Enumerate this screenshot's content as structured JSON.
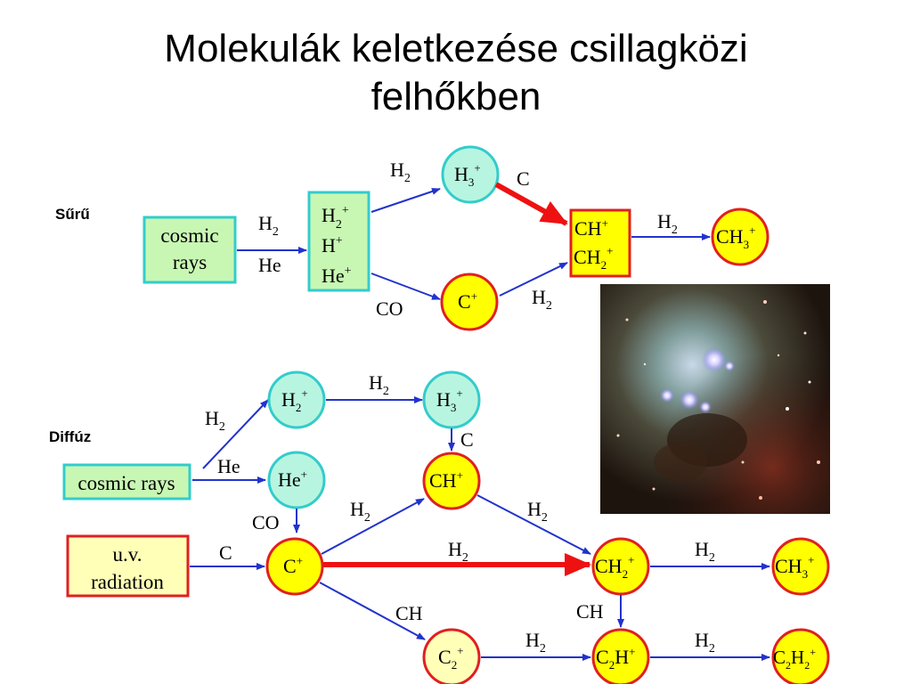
{
  "title_line1": "Molekulák keletkezése csillagközi",
  "title_line2": "felhőkben",
  "dense": {
    "label": "Sűrű",
    "cosmic_rays_line1": "cosmic",
    "cosmic_rays_line2": "rays",
    "gas_h2": "H",
    "gas_h2_sub": "2",
    "gas_he": "He",
    "ions_line1": "H",
    "ions_line1_sub": "2",
    "ions_line1_sup": "+",
    "ions_line2": "H",
    "ions_line2_sup": "+",
    "ions_line3": "He",
    "ions_line3_sup": "+",
    "h3": "H",
    "h3_sub": "3",
    "h3_sup": "+",
    "cplus": "C",
    "cplus_sup": "+",
    "ch_line1": "CH",
    "ch_line1_sup": "+",
    "ch_line2": "CH",
    "ch_line2_sub": "2",
    "ch_line2_sup": "+",
    "ch3": "CH",
    "ch3_sub": "3",
    "ch3_sup": "+",
    "lbl_h2_top": "H",
    "lbl_h2_top_sub": "2",
    "lbl_c": "C",
    "lbl_co": "CO",
    "lbl_h2_low": "H",
    "lbl_h2_low_sub": "2",
    "lbl_h2_right": "H",
    "lbl_h2_right_sub": "2"
  },
  "diffuse": {
    "label": "Diffúz",
    "cosmic_rays": "cosmic rays",
    "uv_line1": "u.v.",
    "uv_line2": "radiation",
    "h2p": "H",
    "h2p_sub": "2",
    "h2p_sup": "+",
    "h3p": "H",
    "h3p_sub": "3",
    "h3p_sup": "+",
    "hep": "He",
    "hep_sup": "+",
    "chp": "CH",
    "chp_sup": "+",
    "cp": "C",
    "cp_sup": "+",
    "ch2p": "CH",
    "ch2p_sub": "2",
    "ch2p_sup": "+",
    "ch3p": "CH",
    "ch3p_sub": "3",
    "ch3p_sup": "+",
    "c2p": "C",
    "c2p_sub": "2",
    "c2p_sup": "+",
    "c2hp": "C",
    "c2hp_sub": "2",
    "c2hp_mid": "H",
    "c2hp_sup": "+",
    "c2h2p": "C",
    "c2h2p_sub1": "2",
    "c2h2p_mid": "H",
    "c2h2p_sub2": "2",
    "c2h2p_sup": "+",
    "lbl_h2": "H",
    "lbl_h2_sub": "2",
    "lbl_he": "He",
    "lbl_h2_top": "H",
    "lbl_h2_top_sub": "2",
    "lbl_c_down": "C",
    "lbl_co": "CO",
    "lbl_c_uv": "C",
    "lbl_h2_up": "H",
    "lbl_h2_up_sub": "2",
    "lbl_h2_down": "H",
    "lbl_h2_down_sub": "2",
    "lbl_h2_mid": "H",
    "lbl_h2_mid_sub": "2",
    "lbl_h2_ch3": "H",
    "lbl_h2_ch3_sub": "2",
    "lbl_ch_low": "CH",
    "lbl_ch_right": "CH",
    "lbl_h2_c2": "H",
    "lbl_h2_c2_sub": "2",
    "lbl_h2_c2h": "H",
    "lbl_h2_c2h_sub": "2"
  },
  "colors": {
    "node_yellow": "#ffff00",
    "node_cyan_fill": "#b8f5e0",
    "node_red_border": "#e02020",
    "node_cyan_border": "#33cccc",
    "box_green": "#c8f7b4",
    "box_cream": "#ffffb8",
    "arrow_blue": "#2233cc",
    "arrow_red": "#ee1111"
  }
}
